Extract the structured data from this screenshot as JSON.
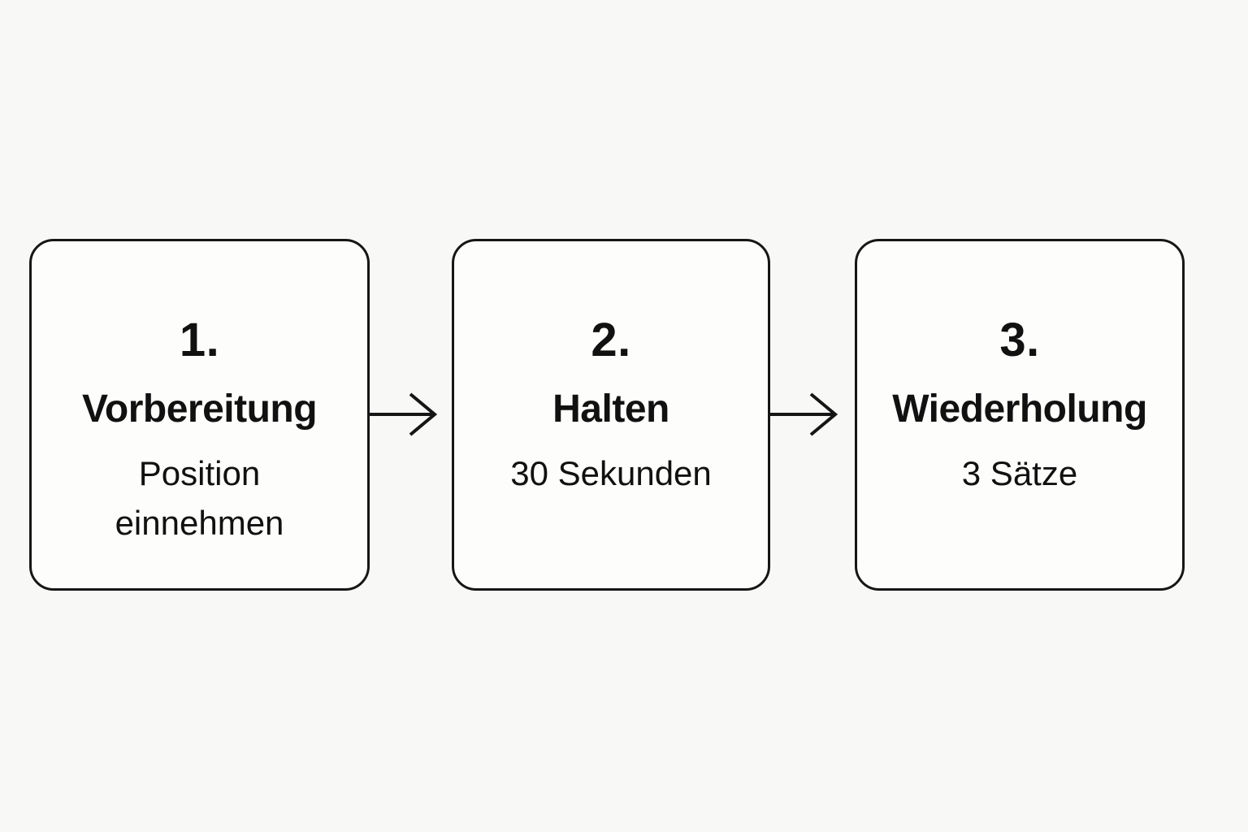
{
  "diagram": {
    "steps": [
      {
        "number": "1.",
        "title": "Vorbereitung",
        "subtitle": "Position einnehmen"
      },
      {
        "number": "2.",
        "title": "Halten",
        "subtitle": "30 Sekunden"
      },
      {
        "number": "3.",
        "title": "Wiederholung",
        "subtitle": "3 Sätze"
      }
    ],
    "connector_icon": "arrow-right",
    "colors": {
      "background": "#f8f8f6",
      "box_fill": "#fdfdfb",
      "stroke": "#161616",
      "text": "#111111"
    }
  }
}
